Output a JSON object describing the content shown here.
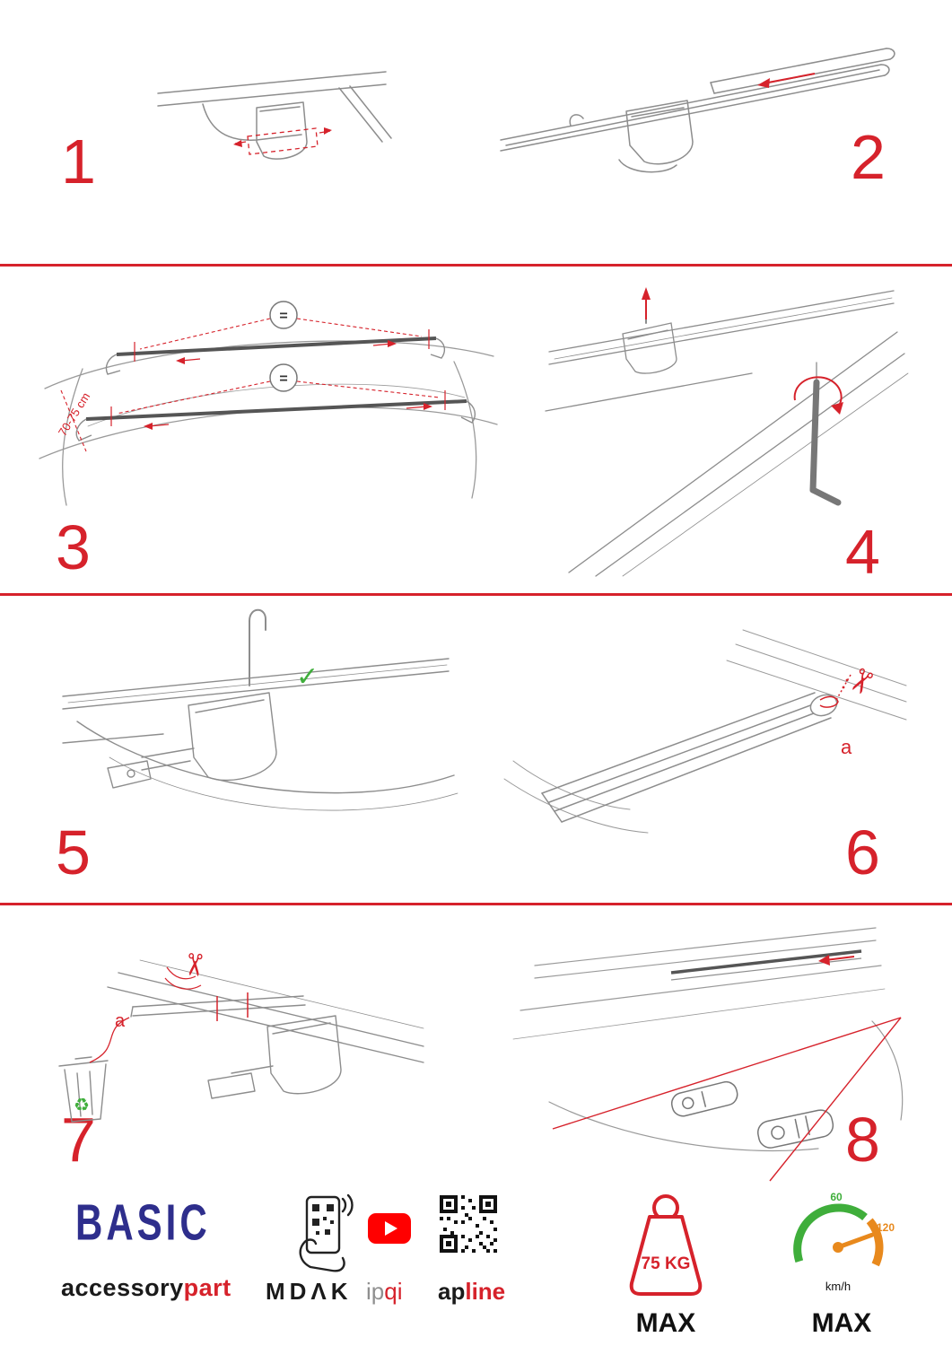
{
  "colors": {
    "accent_red": "#d6222b",
    "drawing_gray": "#8d8d8d",
    "bar_dark": "#555555",
    "navy_logo": "#2e2e8c",
    "green": "#3fae3b",
    "orange": "#e8891d",
    "youtube_red": "#ff0000",
    "text_black": "#1a1a1a"
  },
  "steps": [
    "1",
    "2",
    "3",
    "4",
    "5",
    "6",
    "7",
    "8"
  ],
  "step3": {
    "measurement": "70-75 cm",
    "equals_top": "=",
    "equals_bottom": "="
  },
  "icons": {
    "scissors": "✂",
    "check": "✓",
    "recycle": "♻"
  },
  "step6": {
    "label_a": "a"
  },
  "step7": {
    "label_a": "a"
  },
  "footer": {
    "logo": "BASIC",
    "brand_black": "accessory",
    "brand_red": "part",
    "partner_mdak": "MDΛK",
    "partner_ipqi_gray": "ip",
    "partner_ipqi_red": "qi",
    "partner_apline_black": "ap",
    "partner_apline_red": "line",
    "weight_value": "75 KG",
    "weight_max_label": "MAX",
    "speed_min": "60",
    "speed_max_value": "120",
    "speed_unit": "km/h",
    "speed_max_label": "MAX"
  }
}
